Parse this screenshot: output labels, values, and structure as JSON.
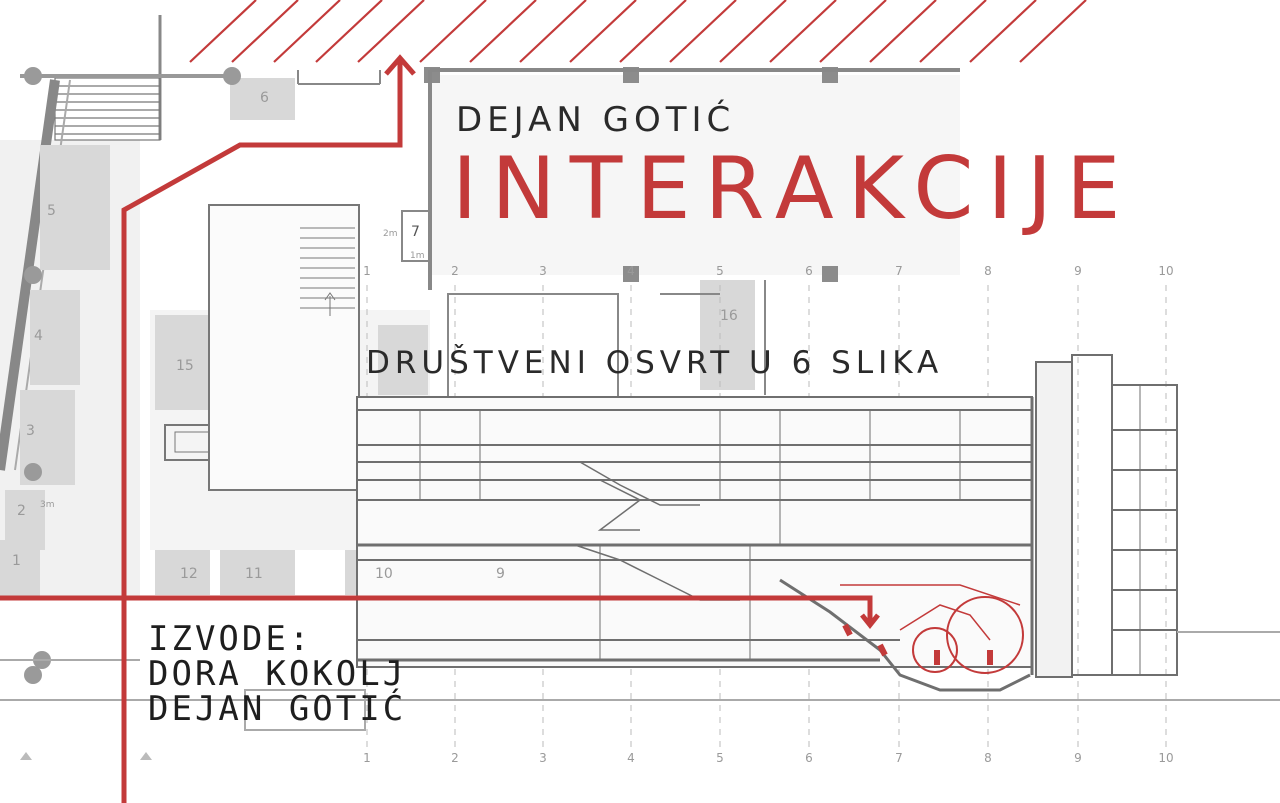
{
  "author_top": "DEJAN GOTIĆ",
  "title": "INTERAKCIJE",
  "subtitle": "DRUŠTVENI OSVRT U 6 SLIKA",
  "credits": {
    "label": "IZVODE:",
    "names": [
      "DORA KOKOLJ",
      "DEJAN GOTIĆ"
    ]
  },
  "plan_labels": {
    "room_numbers": [
      "1",
      "2",
      "3",
      "4",
      "5",
      "6",
      "7",
      "9",
      "10",
      "11",
      "12",
      "15",
      "16"
    ],
    "dimension_1": "2m",
    "dimension_2": "1m",
    "dimension_3": "3m",
    "grid_axis": [
      "1",
      "2",
      "3",
      "4",
      "5",
      "6",
      "7",
      "8",
      "9",
      "10"
    ]
  },
  "colors": {
    "accent": "#c33a3a",
    "text": "#2a2a2a",
    "linework": "#8c8c8c"
  }
}
